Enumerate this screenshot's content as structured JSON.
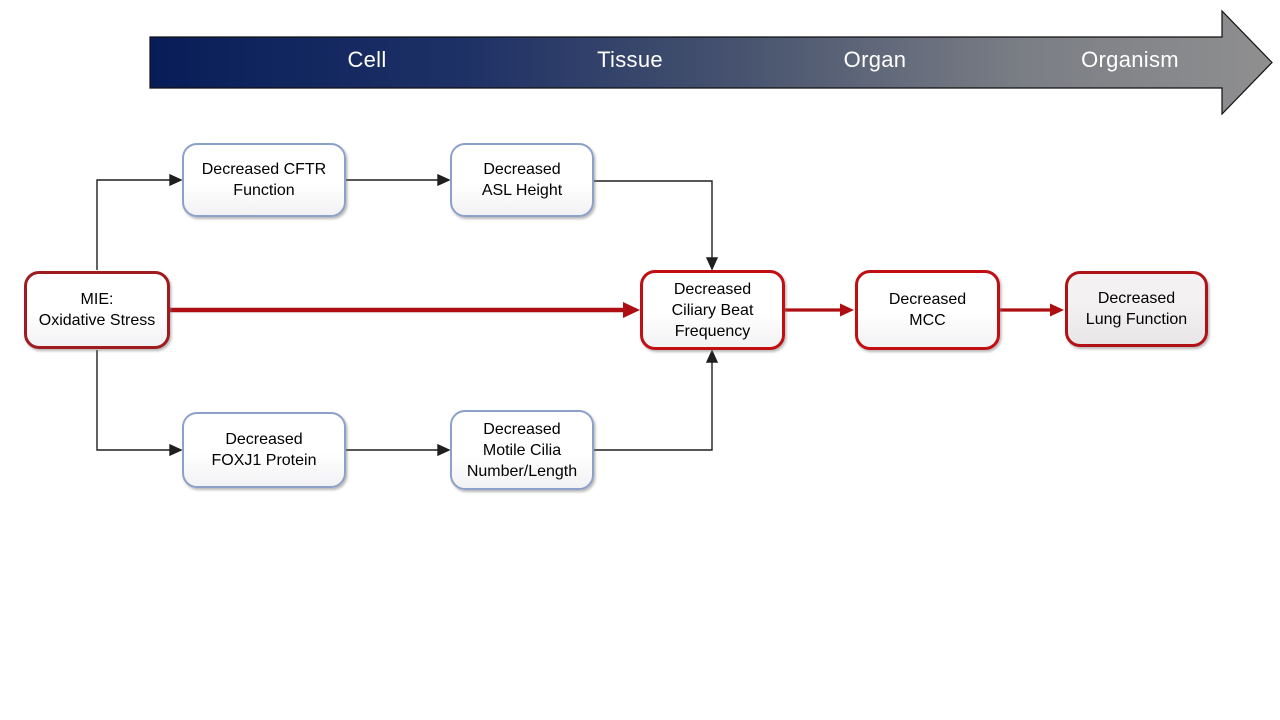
{
  "banner": {
    "stages": [
      {
        "label": "Cell"
      },
      {
        "label": "Tissue"
      },
      {
        "label": "Organ"
      },
      {
        "label": "Organism"
      }
    ],
    "gradient_start_color": "#0A1F5B",
    "gradient_end_color": "#8F8F8F",
    "text_color": "#FFFFFF"
  },
  "nodes": {
    "mie": {
      "label": "MIE:\nOxidative Stress",
      "border_color": "#9E1B1E"
    },
    "cftr": {
      "label": "Decreased CFTR\nFunction",
      "border_color": "#8BA1C9"
    },
    "asl": {
      "label": "Decreased\nASL Height",
      "border_color": "#8BA1C9"
    },
    "foxj1": {
      "label": "Decreased\nFOXJ1 Protein",
      "border_color": "#8BA1C9"
    },
    "motile_cilia": {
      "label": "Decreased\nMotile Cilia\nNumber/Length",
      "border_color": "#8BA1C9"
    },
    "cbf": {
      "label": "Decreased\nCiliary Beat\nFrequency",
      "border_color": "#C00E12"
    },
    "mcc": {
      "label": "Decreased\nMCC",
      "border_color": "#C00E12"
    },
    "lung": {
      "label": "Decreased\nLung Function",
      "border_color": "#B01215",
      "fill_color": "#EFEDEE"
    }
  },
  "arrow_colors": {
    "key_path_red": "#AE0E12",
    "secondary_black": "#1F1F1F"
  }
}
